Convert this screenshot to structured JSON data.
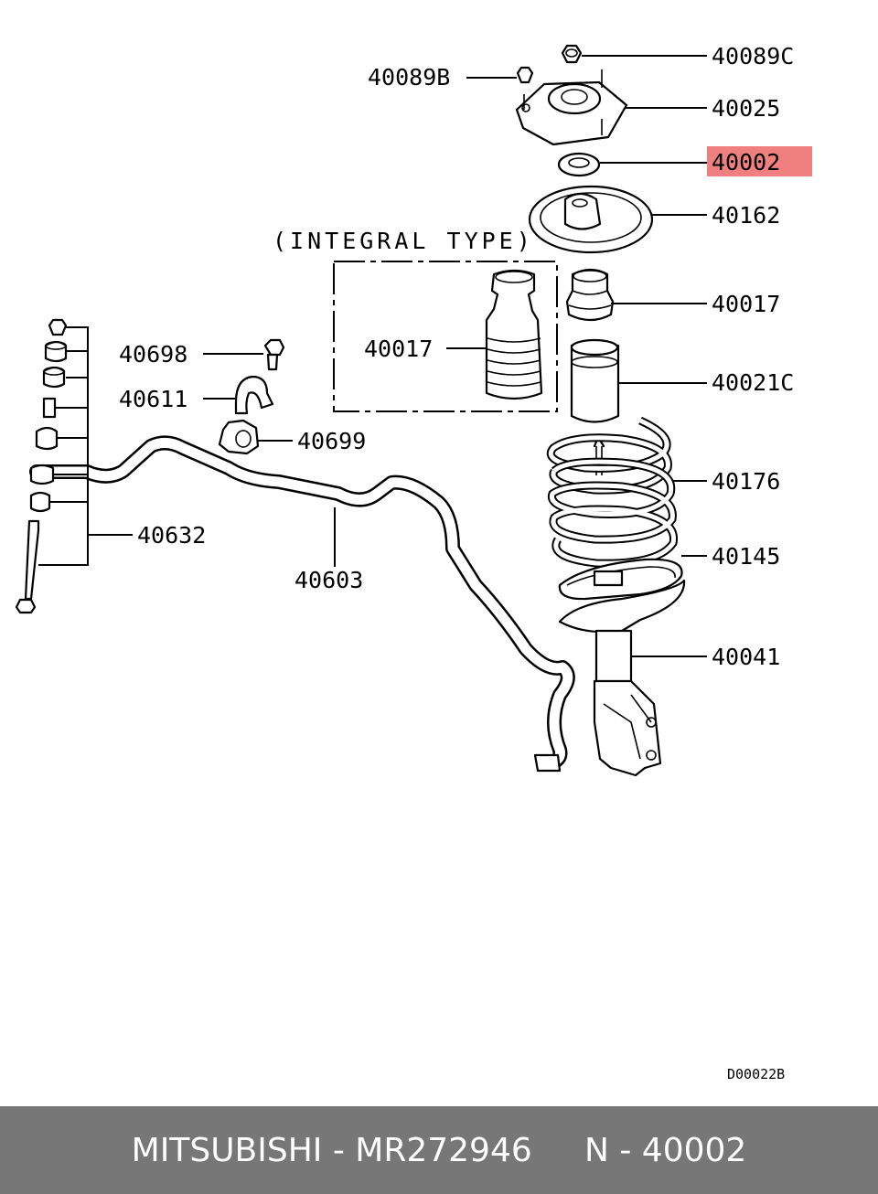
{
  "diagram": {
    "highlight_color": "#f08080",
    "labels": {
      "p40089C": "40089C",
      "p40089B": "40089B",
      "p40025": "40025",
      "p40002": "40002",
      "p40162": "40162",
      "p40017": "40017",
      "p40021C": "40021C",
      "p40176": "40176",
      "p40145": "40145",
      "p40041": "40041",
      "p40698": "40698",
      "p40611": "40611",
      "p40699": "40699",
      "p40632": "40632",
      "p40603": "40603",
      "integral_p40017": "40017"
    },
    "integral_type_caption": "(INTEGRAL TYPE)",
    "drawing_code": "D00022B"
  },
  "footer": {
    "text": "MITSUBISHI - MR272946     N - 40002",
    "background": "#777777"
  }
}
